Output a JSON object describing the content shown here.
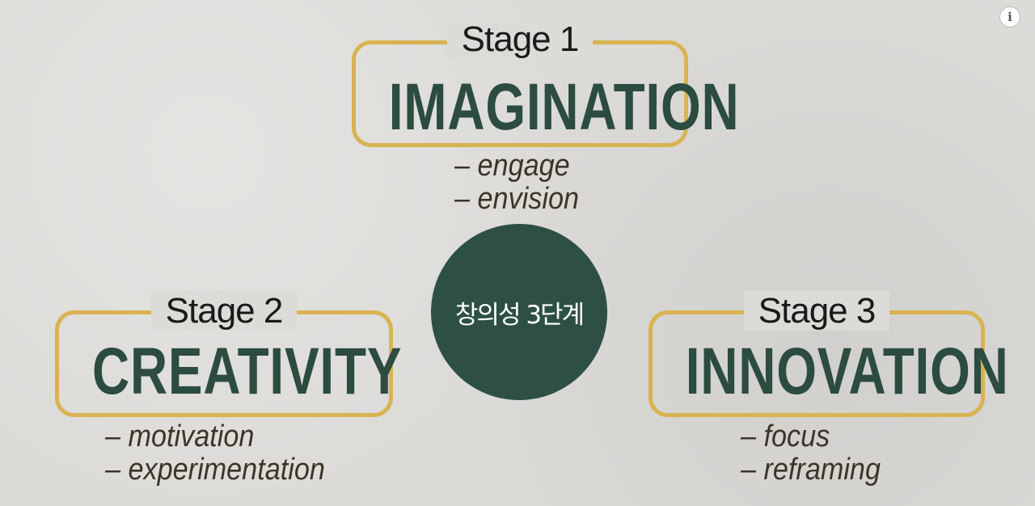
{
  "info_button": {
    "icon": "info-icon",
    "glyph": "i"
  },
  "center": {
    "label": "창의성 3단계",
    "color": "#2d4f46"
  },
  "stages": [
    {
      "number_label": "Stage 1",
      "title": "IMAGINATION",
      "bullets": [
        "– engage",
        "– envision"
      ]
    },
    {
      "number_label": "Stage 2",
      "title": "CREATIVITY",
      "bullets": [
        "– motivation",
        "– experimentation"
      ]
    },
    {
      "number_label": "Stage 3",
      "title": "INNOVATION",
      "bullets": [
        "– focus",
        "– reframing"
      ]
    }
  ],
  "colors": {
    "frame": "#d9b352",
    "title": "#2c4b41",
    "bullet": "#3e3327",
    "background": "#dcdbd8"
  }
}
